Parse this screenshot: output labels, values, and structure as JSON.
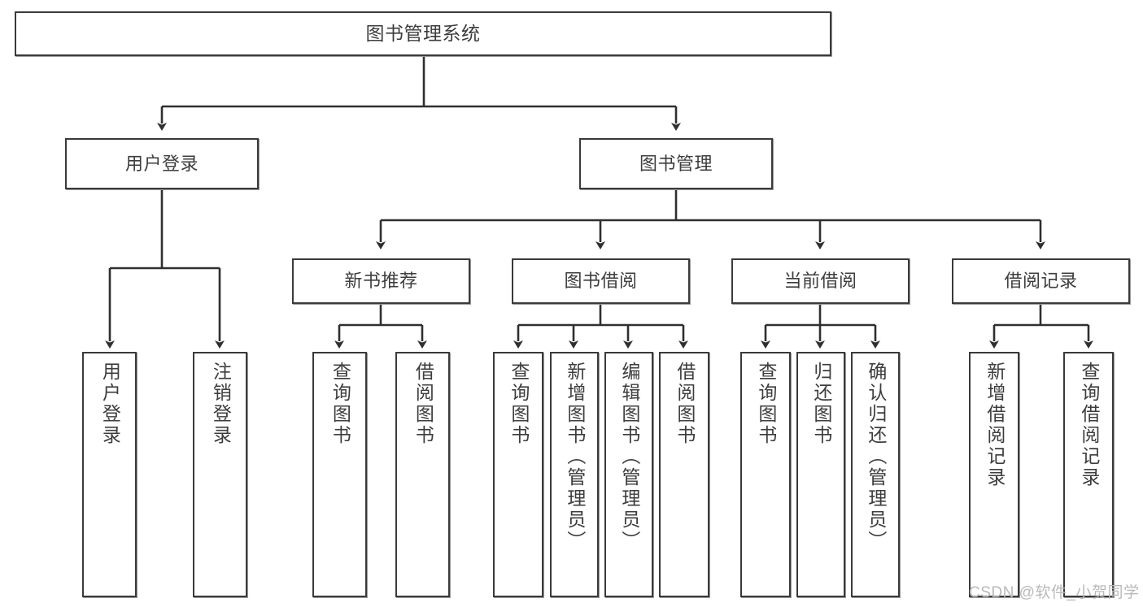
{
  "diagram": {
    "title": "图书管理系统",
    "type": "hierarchy-tree",
    "levels": 4,
    "colors": {
      "box_border": "#3a3a3a",
      "box_fill": "#ffffff",
      "text": "#3d3d3d",
      "edge": "#2f2f2f",
      "watermark": "#b9b9b9",
      "background": "#ffffff"
    },
    "nodes": {
      "root": {
        "label": "图书管理系统"
      },
      "level2": [
        {
          "id": "user-login",
          "label": "用户登录"
        },
        {
          "id": "book-management",
          "label": "图书管理"
        }
      ],
      "level3": [
        {
          "id": "new-book-recommend",
          "label": "新书推荐"
        },
        {
          "id": "book-borrow",
          "label": "图书借阅"
        },
        {
          "id": "current-borrow",
          "label": "当前借阅"
        },
        {
          "id": "borrow-record",
          "label": "借阅记录"
        }
      ],
      "leaves": {
        "user-login": [
          {
            "id": "leaf-user-login",
            "label": "用户登录"
          },
          {
            "id": "leaf-logout",
            "label": "注销登录"
          }
        ],
        "new-book-recommend": [
          {
            "id": "leaf-query-book-1",
            "label": "查询图书"
          },
          {
            "id": "leaf-borrow-book-1",
            "label": "借阅图书"
          }
        ],
        "book-borrow": [
          {
            "id": "leaf-query-book-2",
            "label": "查询图书"
          },
          {
            "id": "leaf-add-book",
            "label": "新增图书（管理员）"
          },
          {
            "id": "leaf-edit-book",
            "label": "编辑图书（管理员）"
          },
          {
            "id": "leaf-borrow-book-2",
            "label": "借阅图书"
          }
        ],
        "current-borrow": [
          {
            "id": "leaf-query-book-3",
            "label": "查询图书"
          },
          {
            "id": "leaf-return-book",
            "label": "归还图书"
          },
          {
            "id": "leaf-confirm-return",
            "label": "确认归还（管理员）"
          }
        ],
        "borrow-record": [
          {
            "id": "leaf-add-record",
            "label": "新增借阅记录"
          },
          {
            "id": "leaf-query-record",
            "label": "查询借阅记录"
          }
        ]
      }
    },
    "watermark": "CSDN @软件_小贺同学"
  }
}
